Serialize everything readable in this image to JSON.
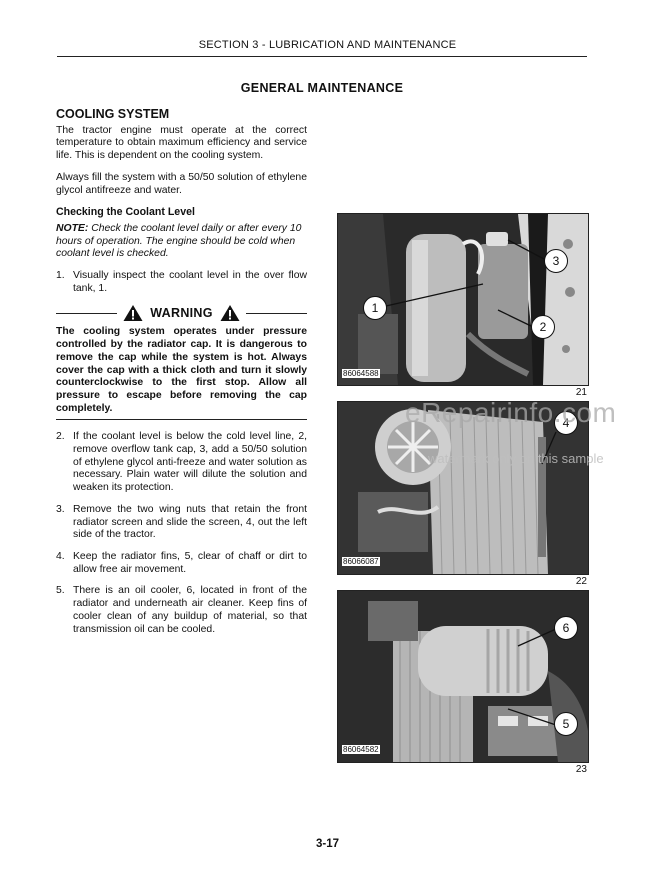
{
  "header": {
    "section": "SECTION 3 - LUBRICATION AND MAINTENANCE"
  },
  "title": "GENERAL MAINTENANCE",
  "cooling": {
    "heading": "COOLING SYSTEM",
    "intro": "The tractor engine must operate at the correct temperature to obtain maximum efficiency and service life. This is dependent on the cooling system.",
    "fill": "Always fill the system with a 50/50 solution of ethylene glycol antifreeze and water.",
    "subheading": "Checking the Coolant Level",
    "note_label": "NOTE:",
    "note": " Check the coolant level daily or after every 10 hours of operation. The engine should be cold when coolant level is checked.",
    "steps": [
      {
        "num": "1.",
        "text": "Visually inspect the coolant level in the over flow tank, 1."
      },
      {
        "num": "2.",
        "text": "If the coolant level is below the cold level line, 2, remove overflow tank cap, 3, add a 50/50 solution of ethylene glycol anti-freeze and water solution as necessary. Plain water will dilute the solution and weaken its protection."
      },
      {
        "num": "3.",
        "text": "Remove the two wing nuts that retain the front radiator screen and slide the screen, 4, out the left side of the tractor."
      },
      {
        "num": "4.",
        "text": "Keep the radiator fins, 5, clear of chaff or dirt to allow free air movement."
      },
      {
        "num": "5.",
        "text": "There is an oil cooler, 6, located in front of the radiator and underneath air cleaner. Keep fins of cooler clean of any buildup of material, so that transmission oil can be cooled."
      }
    ]
  },
  "warning": {
    "label": "WARNING",
    "text": "The cooling system operates under pressure controlled by the radiator cap. It is dangerous to remove the cap while the system is hot. Always cover the cap with a thick cloth and turn it slowly counterclockwise to the first stop. Allow all pressure to escape before removing the cap completely."
  },
  "figures": [
    {
      "number": "21",
      "part_no": "86064588",
      "callouts": [
        "1",
        "2",
        "3"
      ]
    },
    {
      "number": "22",
      "part_no": "86066087",
      "callouts": [
        "4"
      ]
    },
    {
      "number": "23",
      "part_no": "86064582",
      "callouts": [
        "5",
        "6"
      ]
    }
  ],
  "watermark": {
    "site": "eRepairinfo.com",
    "note": "watermark only on this sample"
  },
  "page_number": "3-17"
}
